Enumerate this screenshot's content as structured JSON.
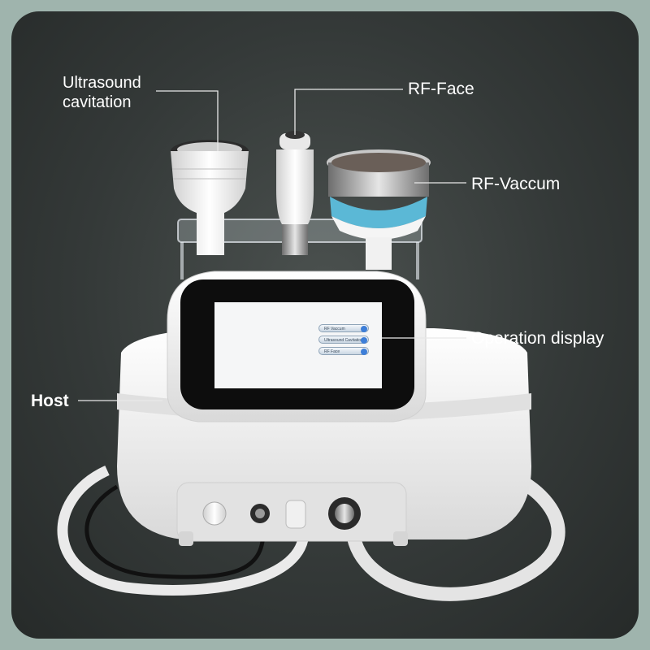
{
  "labels": {
    "ultrasound_line1": "Ultrasound",
    "ultrasound_line2": "cavitation",
    "rf_face": "RF-Face",
    "rf_vaccum": "RF-Vaccum",
    "operation_display": "Operation display",
    "host": "Host"
  },
  "screen": {
    "buttons": [
      "RF Vaccum",
      "Ultrasound Cavitation",
      "RF Face"
    ]
  },
  "colors": {
    "background": "#343938",
    "accent_blue": "#5bb8d6",
    "device_white": "#f2f2f2"
  }
}
